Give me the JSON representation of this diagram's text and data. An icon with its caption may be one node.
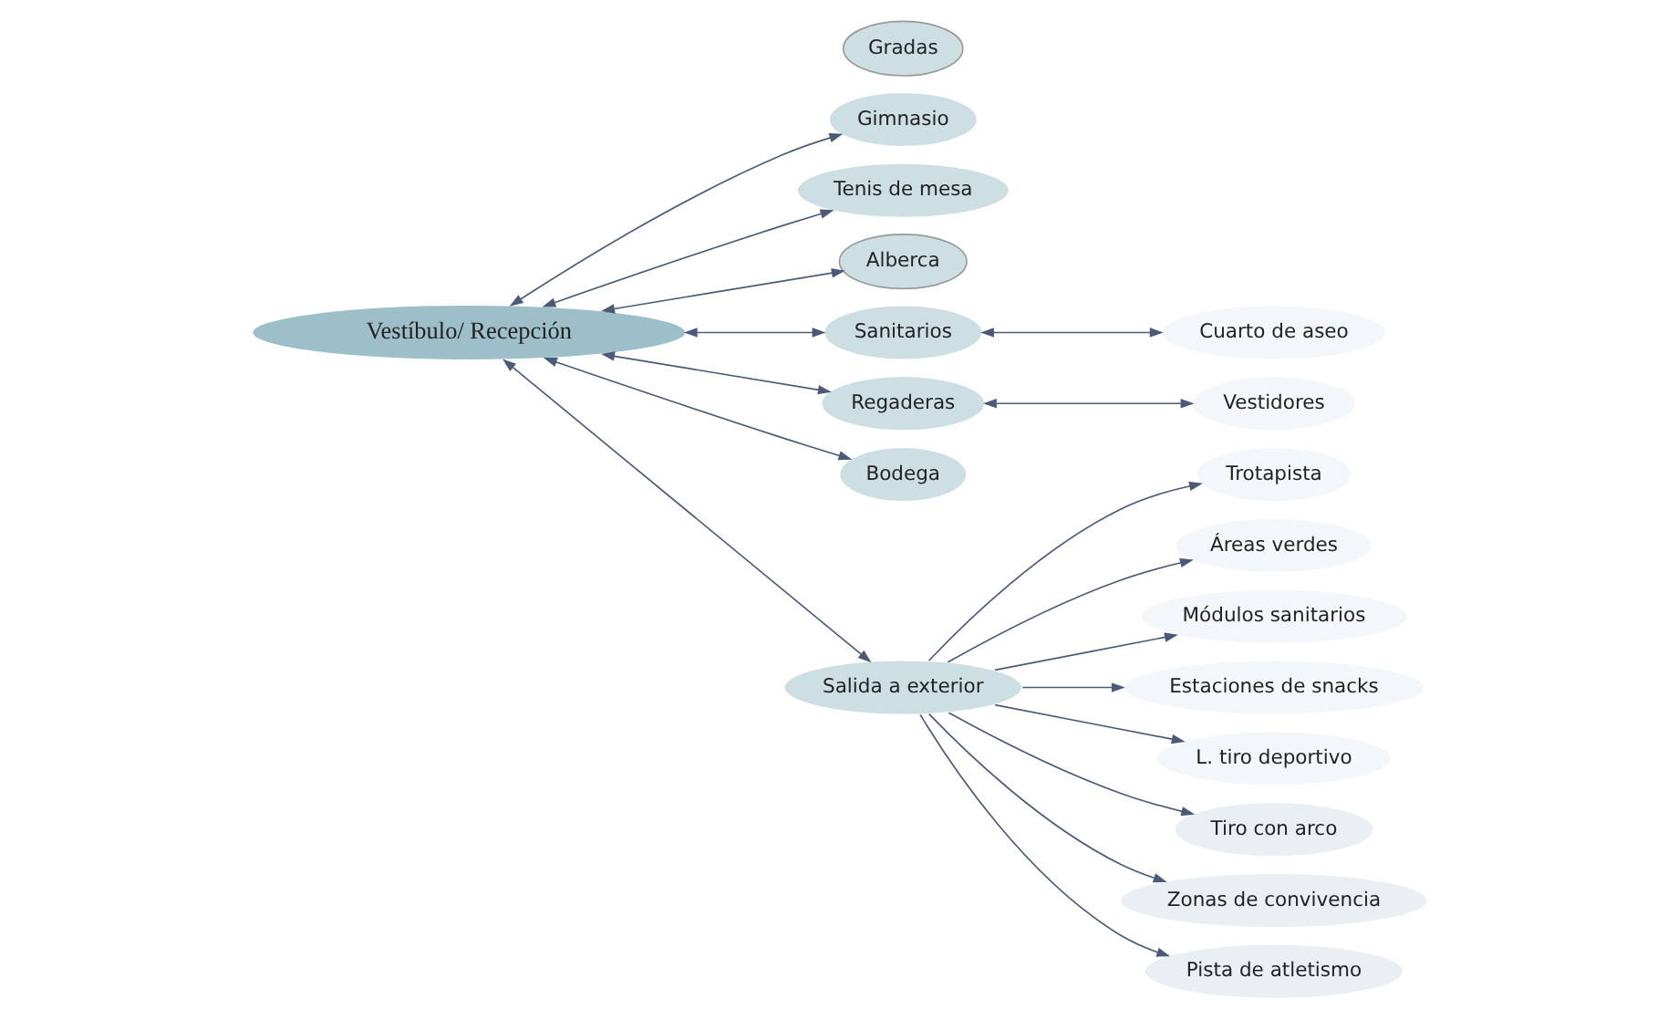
{
  "diagram": {
    "nodes": [
      {
        "text": [
          "Vestíbulo/ Recepción"
        ]
      },
      {
        "text": [
          "Gimnasio"
        ]
      },
      {
        "text": [
          "Tenis de mesa"
        ]
      },
      {
        "text": [
          "Alberca"
        ]
      },
      {
        "text": [
          "Gradas"
        ]
      },
      {
        "text": [
          "Sanitarios"
        ]
      },
      {
        "text": [
          "Regaderas"
        ]
      },
      {
        "text": [
          "Bodega"
        ]
      },
      {
        "text": [
          "Cuarto de aseo"
        ]
      },
      {
        "text": [
          "Vestidores"
        ]
      },
      {
        "text": [
          "Salida a exterior"
        ]
      },
      {
        "text": [
          "Trotapista"
        ]
      },
      {
        "text": [
          "Áreas verdes"
        ]
      },
      {
        "text": [
          "Módulos sanitarios"
        ]
      },
      {
        "text": [
          "Estaciones de snacks"
        ]
      },
      {
        "text": [
          "L. tiro deportivo"
        ]
      },
      {
        "text": [
          "Tiro con arco"
        ]
      },
      {
        "text": [
          "Zonas de convivencia"
        ]
      },
      {
        "text": [
          "Pista de atletismo"
        ]
      }
    ],
    "edges": [
      {
        "from": 0,
        "to": 1,
        "arrow": "both"
      },
      {
        "from": 0,
        "to": 2,
        "arrow": "both"
      },
      {
        "from": 0,
        "to": 3,
        "arrow": "both"
      },
      {
        "from": 0,
        "to": 5,
        "arrow": "both"
      },
      {
        "from": 0,
        "to": 6,
        "arrow": "both"
      },
      {
        "from": 0,
        "to": 7,
        "arrow": "both"
      },
      {
        "from": 0,
        "to": 10,
        "arrow": "both"
      },
      {
        "from": 5,
        "to": 8,
        "arrow": "both"
      },
      {
        "from": 6,
        "to": 9,
        "arrow": "both"
      },
      {
        "from": 10,
        "to": 11,
        "arrow": "to"
      },
      {
        "from": 10,
        "to": 12,
        "arrow": "to"
      },
      {
        "from": 10,
        "to": 13,
        "arrow": "to"
      },
      {
        "from": 10,
        "to": 14,
        "arrow": "to"
      },
      {
        "from": 10,
        "to": 15,
        "arrow": "to"
      },
      {
        "from": 10,
        "to": 16,
        "arrow": "to"
      },
      {
        "from": 10,
        "to": 17,
        "arrow": "to"
      },
      {
        "from": 10,
        "to": 18,
        "arrow": "to"
      }
    ]
  }
}
